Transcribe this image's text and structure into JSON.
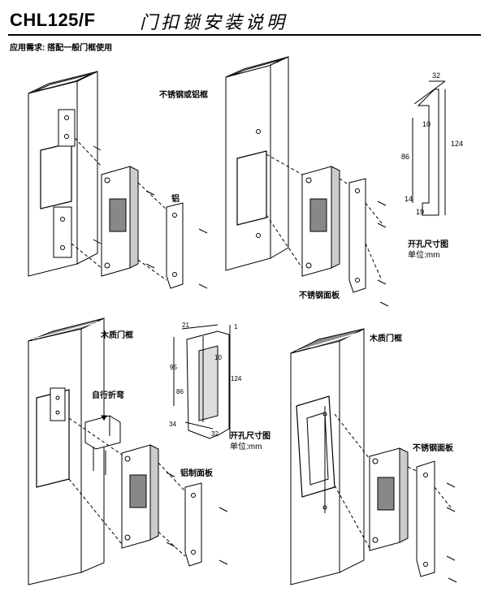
{
  "header": {
    "model": "CHL125/F",
    "title": "门扣锁安装说明",
    "subtitle": "应用需求: 搭配一般门框使用"
  },
  "labels": {
    "stainless_or_aluminum_frame": "不锈钢或铝框",
    "aluminum": "铝",
    "stainless_panel_top": "不锈钢面板",
    "wood_frame_left": "木质门框",
    "self_bend": "自行折弯",
    "aluminum_panel": "铝制面板",
    "wood_frame_right": "木质门框",
    "stainless_panel_bottom": "不锈钢面板"
  },
  "cutout_top": {
    "caption": "开孔尺寸图",
    "unit": "单位:mm",
    "dims": {
      "w32": "32",
      "d10": "10",
      "h86": "86",
      "h124": "124",
      "d14": "14",
      "d19": "19"
    }
  },
  "cutout_bottom": {
    "caption": "开孔尺寸图",
    "unit": "单位:mm",
    "dims": {
      "d21": "21",
      "d1": "1",
      "d10": "10",
      "h95": "95",
      "h124": "124",
      "h86": "86",
      "d34": "34",
      "d32": "32"
    }
  },
  "colors": {
    "line": "#000000",
    "fill": "#ffffff",
    "shade": "#bdbdbd",
    "wood": "#8c8c8c"
  }
}
